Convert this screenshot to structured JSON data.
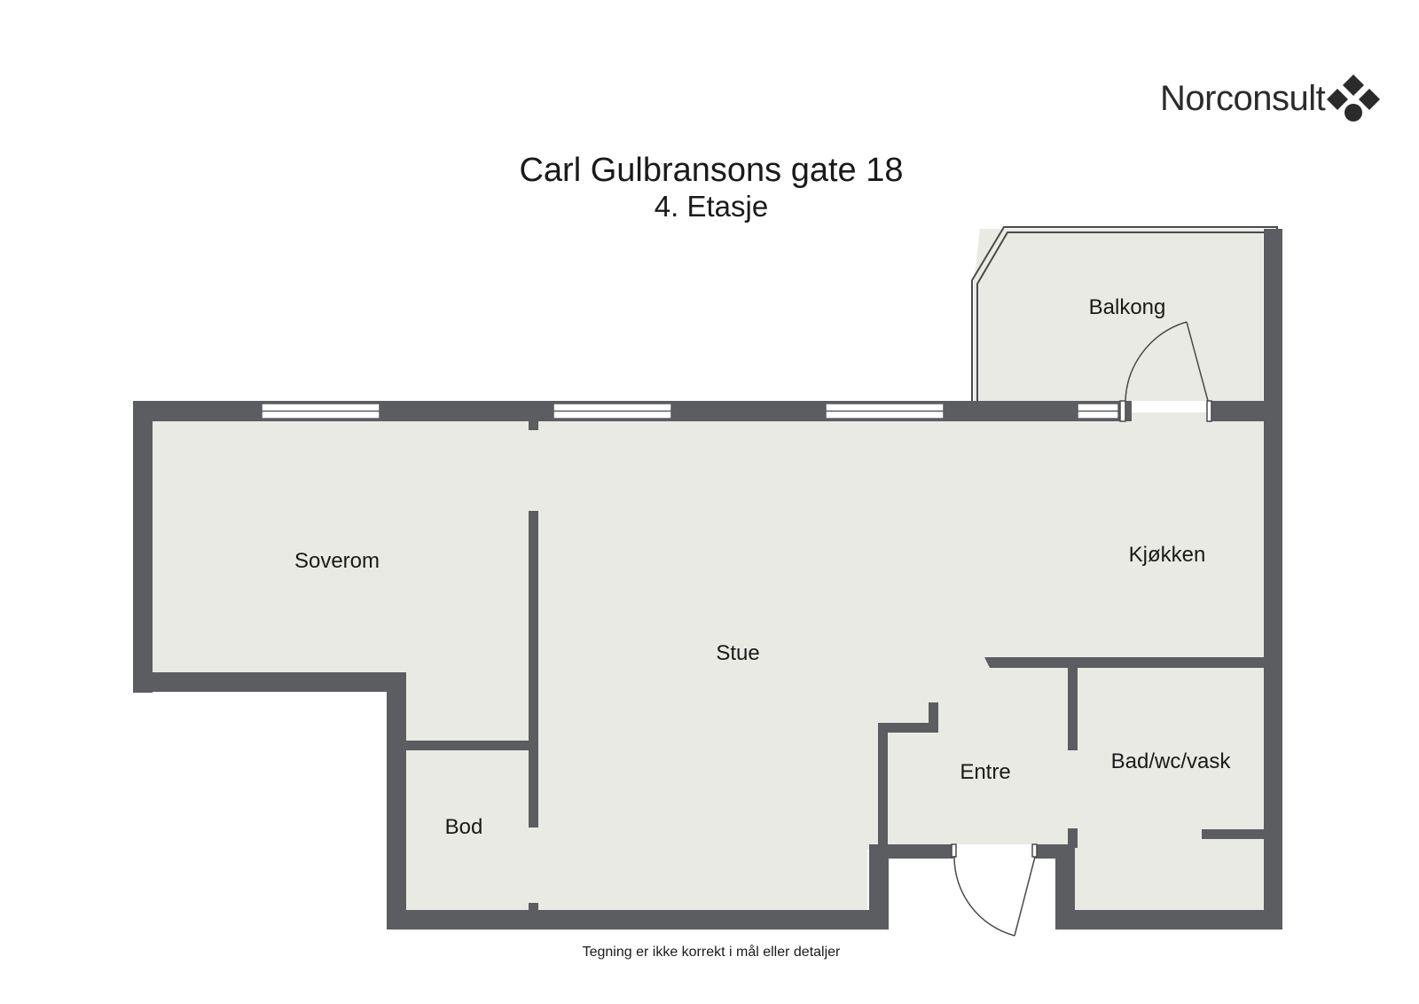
{
  "header": {
    "title": "Carl Gulbransons gate 18",
    "subtitle": "4. Etasje"
  },
  "brand": {
    "name": "Norconsult",
    "logo_icon": "diamond-cluster-logo"
  },
  "rooms": {
    "balkong": "Balkong",
    "soverom": "Soverom",
    "kjokken": "Kjøkken",
    "stue": "Stue",
    "entre": "Entre",
    "bad": "Bad/wc/vask",
    "bod": "Bod"
  },
  "footnote": "Tegning er ikke korrekt i mål eller detaljer",
  "colors": {
    "wall": "#5b5d61",
    "floor": "#e9eae4",
    "balcony_outline": "#4a4a4a",
    "window": "#ffffff"
  }
}
